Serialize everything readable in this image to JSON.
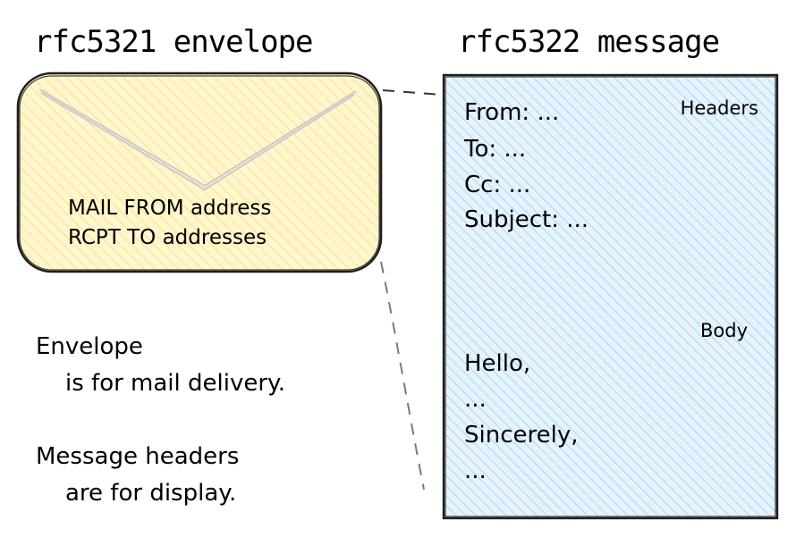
{
  "envelope": {
    "title": "rfc5321 envelope",
    "line1": "MAIL FROM address",
    "line2": "RCPT TO addresses"
  },
  "message": {
    "title": "rfc5322 message",
    "headers_label": "Headers",
    "header_lines": [
      "From: ...",
      "To: ...",
      "Cc: ...",
      "Subject: ..."
    ],
    "body_label": "Body",
    "body_lines": [
      "Hello,",
      "...",
      "Sincerely,",
      "..."
    ]
  },
  "notes": {
    "envelope_line1": "Envelope",
    "envelope_line2": "is for mail delivery.",
    "message_line1": "Message headers",
    "message_line2": "are for display."
  },
  "colors": {
    "envelope_fill": "#fff3bf",
    "envelope_hatch": "#f1dc8a",
    "message_fill": "#e3f1fb",
    "message_hatch": "#8fc7ea",
    "stroke": "#1e1e1e",
    "connector": "#666666"
  }
}
